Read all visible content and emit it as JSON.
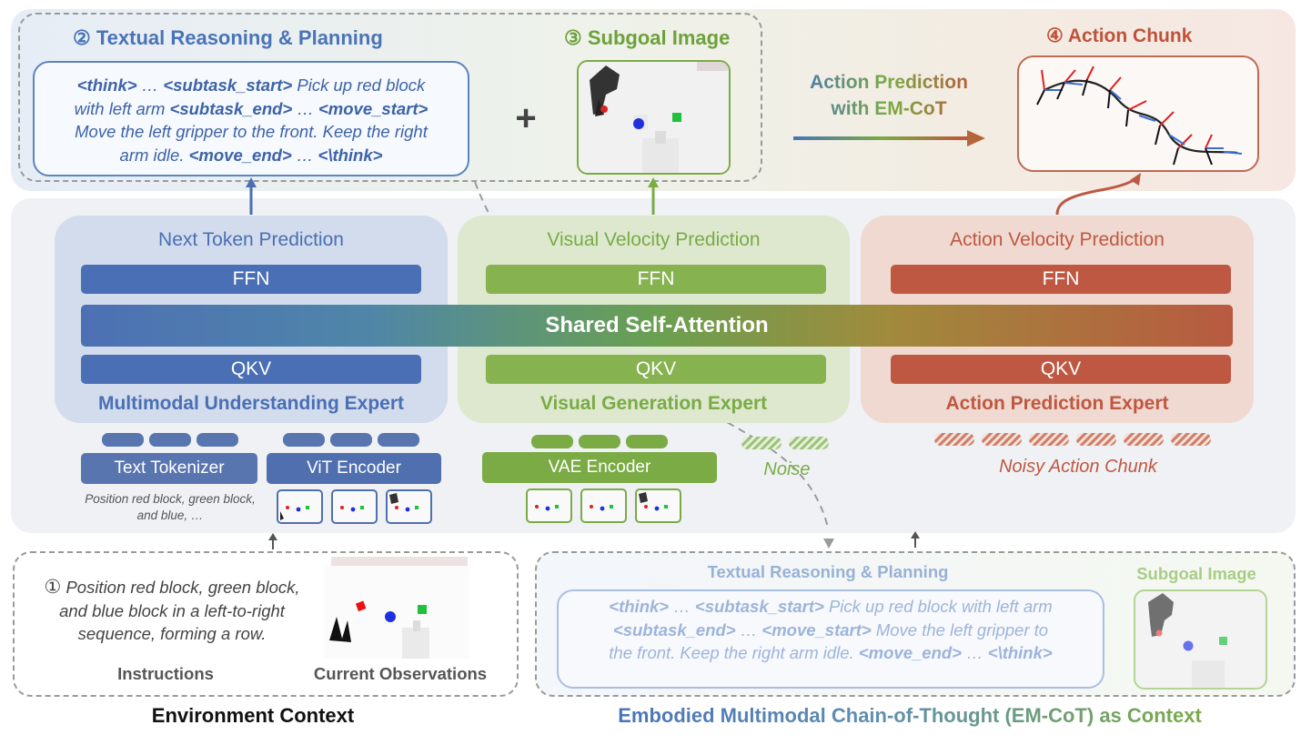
{
  "top": {
    "reasoning_title": "② Textual Reasoning & Planning",
    "subgoal_title": "③ Subgoal Image",
    "action_chunk_title": "④ Action Chunk",
    "plus": "+",
    "arrow_label_line1": "Action Prediction",
    "arrow_label_line2": "with EM-CoT",
    "cot_lines": [
      [
        {
          "t": "<think>",
          "b": true
        },
        {
          "t": " … ",
          "b": false
        },
        {
          "t": "<subtask_start>",
          "b": true
        },
        {
          "t": " Pick up red block",
          "b": false
        }
      ],
      [
        {
          "t": "with left arm ",
          "b": false
        },
        {
          "t": "<subtask_end>",
          "b": true
        },
        {
          "t": " … ",
          "b": false
        },
        {
          "t": "<move_start>",
          "b": true
        }
      ],
      [
        {
          "t": "Move the left gripper to the front. Keep the right",
          "b": false
        }
      ],
      [
        {
          "t": "arm idle. ",
          "b": false
        },
        {
          "t": "<move_end>",
          "b": true
        },
        {
          "t": " … ",
          "b": false
        },
        {
          "t": "<\\think>",
          "b": true
        }
      ]
    ]
  },
  "experts": {
    "understanding": {
      "head": "Next Token Prediction",
      "ffn": "FFN",
      "qkv": "QKV",
      "foot": "Multimodal Understanding Expert"
    },
    "generation": {
      "head": "Visual Velocity Prediction",
      "ffn": "FFN",
      "qkv": "QKV",
      "foot": "Visual Generation Expert"
    },
    "action": {
      "head": "Action Velocity Prediction",
      "ffn": "FFN",
      "qkv": "QKV",
      "foot": "Action Prediction Expert"
    },
    "shared_attention": "Shared Self-Attention"
  },
  "inputs": {
    "text_tokenizer": "Text Tokenizer",
    "vit_encoder": "ViT Encoder",
    "vae_encoder": "VAE Encoder",
    "noise": "Noise",
    "noisy_action_chunk": "Noisy Action Chunk",
    "tokenizer_caption": "Position red block, green block, and blue, …"
  },
  "environment": {
    "instruction_number": "①",
    "instruction_text": "Position red block, green block, and blue block in a left-to-right sequence, forming a row.",
    "instructions_label": "Instructions",
    "observations_label": "Current Observations",
    "caption": "Environment Context"
  },
  "emcot": {
    "reasoning_title": "Textual Reasoning & Planning",
    "subgoal_title": "Subgoal Image",
    "cot_lines": [
      [
        {
          "t": "<think>",
          "b": true
        },
        {
          "t": " … ",
          "b": false
        },
        {
          "t": "<subtask_start>",
          "b": true
        },
        {
          "t": " Pick up red block with left arm",
          "b": false
        }
      ],
      [
        {
          "t": "<subtask_end>",
          "b": true
        },
        {
          "t": " … ",
          "b": false
        },
        {
          "t": "<move_start>",
          "b": true
        },
        {
          "t": " Move the left gripper to",
          "b": false
        }
      ],
      [
        {
          "t": "the front. Keep the right arm idle. ",
          "b": false
        },
        {
          "t": "<move_end>",
          "b": true
        },
        {
          "t": " … ",
          "b": false
        },
        {
          "t": "<\\think>",
          "b": true
        }
      ]
    ],
    "caption": "Embodied Multimodal Chain-of-Thought (EM-CoT) as Context"
  },
  "colors": {
    "blue": "#4a6fb5",
    "green": "#7aab45",
    "red": "#bf5842",
    "blue_light": "#c9d7ee",
    "green_light": "#dbe8c8",
    "red_light": "#eed6cc"
  }
}
